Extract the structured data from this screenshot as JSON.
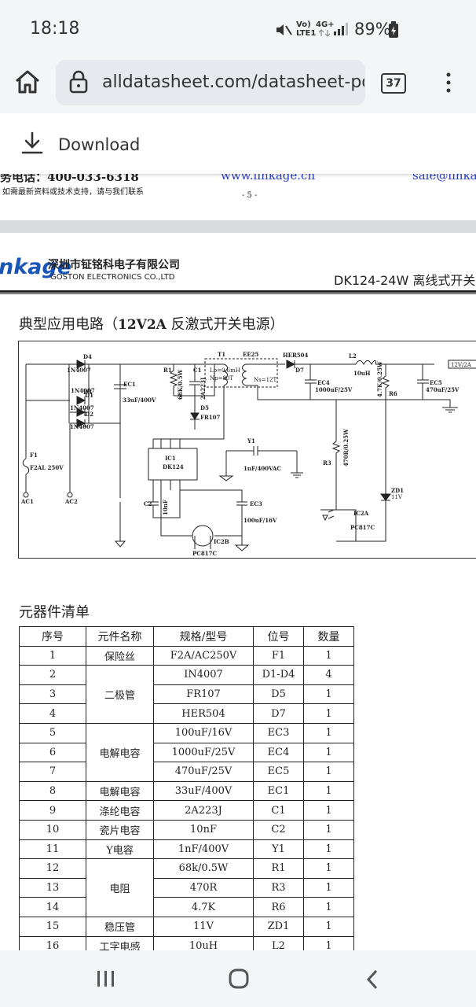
{
  "status_bar": {
    "time": "18:18",
    "net_top": "Vo)",
    "net_bottom": "LTE1",
    "net2_top": "4G+",
    "battery": "89%"
  },
  "browser": {
    "url": "alldatasheet.com/datasheet-pdf",
    "tab_count": "37"
  },
  "download_bar": {
    "label": "Download"
  },
  "prev_page": {
    "phone": "务电话：400-033-6318",
    "website": "www.linkage.cn",
    "email": "sale@linkage",
    "note": "如需最新资料或技术支持，请与我们联系",
    "page_number": "- 5 -"
  },
  "header": {
    "brand": "nkage",
    "company_cn": "深圳市钲铭科电子有限公司",
    "company_en": "GOSTON ELECTRONICS CO.,LTD",
    "doc_title": "DK124-24W 离线式开关"
  },
  "section_circuit": {
    "title_pre": "典型应用电路（",
    "title_bold": "12V2A",
    "title_post": " 反激式开关电源）"
  },
  "schematic_labels": {
    "d4": "D4",
    "d3": "D3",
    "d1": "D1",
    "d2": "D2",
    "in4007": "1N4007",
    "ec1": "EC1",
    "ec1_val": "33uF/400V",
    "r1": "R1",
    "r1_val": "68K/0.5W",
    "c1": "C1",
    "c1_val": "2A223J",
    "t1": "T1",
    "ee25": "EE25",
    "lp": "Lp=0.6mH",
    "np": "Np=80T",
    "ns": "Ns=12T",
    "her504": "HER504",
    "d7": "D7",
    "l2": "L2",
    "l2_val": "10uH",
    "ec4": "EC4",
    "ec4_val": "1000uF/25V",
    "r6": "R6",
    "r6_val": "4.7K/0.25W",
    "ec5": "EC5",
    "ec5_val": "470uF/25V",
    "out": "12V/2A",
    "d5": "D5",
    "fr107": "FR107",
    "ic1": "IC1",
    "dk124": "DK124",
    "y1": "Y1",
    "y1_val": "1nF/400VAC",
    "f1": "F1",
    "f1_val": "F2AL 250V",
    "ac1": "AC1",
    "ac2": "AC2",
    "c2": "C2",
    "c2_val": "10nF",
    "ec3": "EC3",
    "ec3_val": "100uF/16V",
    "r3": "R3",
    "r3_val": "470R/0.25W",
    "zd1": "ZD1",
    "zd1_val": "11V",
    "ic2a": "IC2A",
    "pc817c": "PC817C",
    "ic2b": "IC2B",
    "pc817c_b": "PC817C"
  },
  "section_bom": {
    "title": "元器件清单"
  },
  "bom": {
    "headers": [
      "序号",
      "元件名称",
      "规格/型号",
      "位号",
      "数量"
    ],
    "rows": [
      {
        "no": "1",
        "name": "保险丝",
        "spec": "F2A/AC250V",
        "ref": "F1",
        "qty": "1"
      },
      {
        "no": "2",
        "name": "二极管",
        "spec": "IN4007",
        "ref": "D1-D4",
        "qty": "4"
      },
      {
        "no": "3",
        "name": "",
        "spec": "FR107",
        "ref": "D5",
        "qty": "1"
      },
      {
        "no": "4",
        "name": "",
        "spec": "HER504",
        "ref": "D7",
        "qty": "1"
      },
      {
        "no": "5",
        "name": "电解电容",
        "spec": "100uF/16V",
        "ref": "EC3",
        "qty": "1"
      },
      {
        "no": "6",
        "name": "",
        "spec": "1000uF/25V",
        "ref": "EC4",
        "qty": "1"
      },
      {
        "no": "7",
        "name": "",
        "spec": "470uF/25V",
        "ref": "EC5",
        "qty": "1"
      },
      {
        "no": "8",
        "name": "电解电容",
        "spec": "33uF/400V",
        "ref": "EC1",
        "qty": "1"
      },
      {
        "no": "9",
        "name": "涤纶电容",
        "spec": "2A223J",
        "ref": "C1",
        "qty": "1"
      },
      {
        "no": "10",
        "name": "瓷片电容",
        "spec": "10nF",
        "ref": "C2",
        "qty": "1"
      },
      {
        "no": "11",
        "name": "Y电容",
        "spec": "1nF/400V",
        "ref": "Y1",
        "qty": "1"
      },
      {
        "no": "12",
        "name": "电阻",
        "spec": "68k/0.5W",
        "ref": "R1",
        "qty": "1"
      },
      {
        "no": "13",
        "name": "",
        "spec": "470R",
        "ref": "R3",
        "qty": "1"
      },
      {
        "no": "14",
        "name": "",
        "spec": "4.7K",
        "ref": "R6",
        "qty": "1"
      },
      {
        "no": "15",
        "name": "稳压管",
        "spec": "11V",
        "ref": "ZD1",
        "qty": "1"
      },
      {
        "no": "16",
        "name": "工字电感",
        "spec": "10uH",
        "ref": "L2",
        "qty": "1"
      }
    ]
  }
}
